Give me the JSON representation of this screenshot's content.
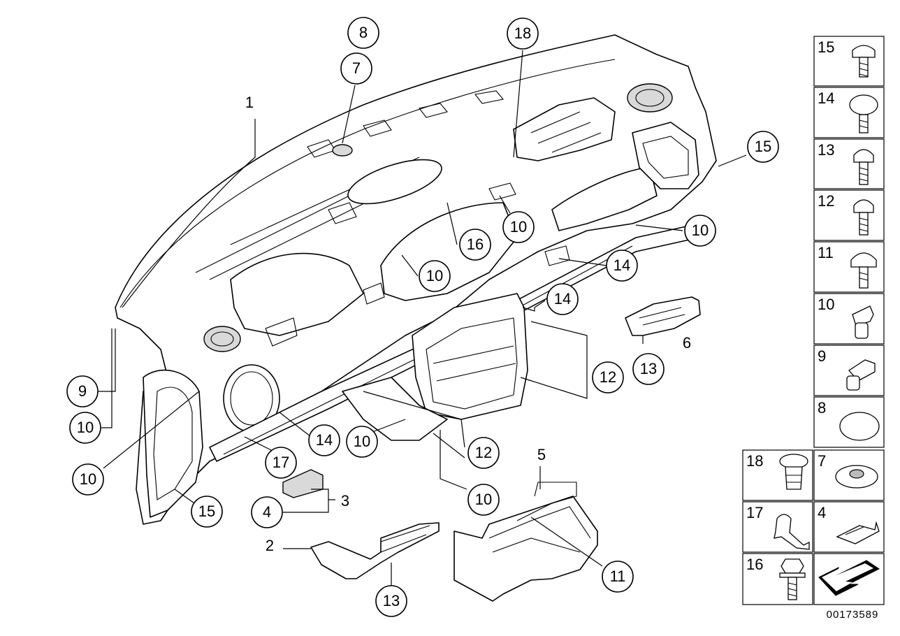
{
  "callouts": [
    {
      "label": "8"
    },
    {
      "label": "7"
    },
    {
      "label": "18"
    },
    {
      "label": "15"
    },
    {
      "label": "10"
    },
    {
      "label": "10"
    },
    {
      "label": "16"
    },
    {
      "label": "14"
    },
    {
      "label": "10"
    },
    {
      "label": "14"
    },
    {
      "label": "13"
    },
    {
      "label": "12"
    },
    {
      "label": "9"
    },
    {
      "label": "10"
    },
    {
      "label": "10"
    },
    {
      "label": "14"
    },
    {
      "label": "10"
    },
    {
      "label": "12"
    },
    {
      "label": "17"
    },
    {
      "label": "15"
    },
    {
      "label": "4"
    },
    {
      "label": "10"
    },
    {
      "label": "11"
    },
    {
      "label": "13"
    }
  ],
  "plain_labels": [
    "1",
    "6",
    "5",
    "3",
    "2"
  ],
  "side_panel": [
    {
      "num": "15",
      "icon": "screw-flange-icon"
    },
    {
      "num": "14",
      "icon": "screw-round-head-icon"
    },
    {
      "num": "13",
      "icon": "screw-head-icon"
    },
    {
      "num": "12",
      "icon": "screw-head-icon"
    },
    {
      "num": "11",
      "icon": "screw-flange-icon"
    },
    {
      "num": "10",
      "icon": "clip-nut-icon"
    },
    {
      "num": "9",
      "icon": "clip-nut-icon"
    },
    {
      "num": "8",
      "icon": "cap-icon"
    },
    {
      "num": "18",
      "icon": "expansion-rivet-icon"
    },
    {
      "num": "7",
      "icon": "grommet-icon"
    },
    {
      "num": "17",
      "icon": "cable-clip-icon"
    },
    {
      "num": "4",
      "icon": "spring-clip-icon"
    },
    {
      "num": "16",
      "icon": "hex-bolt-icon"
    },
    {
      "num": "",
      "icon": "arrow-direction-icon"
    }
  ],
  "document_number": "00173589"
}
